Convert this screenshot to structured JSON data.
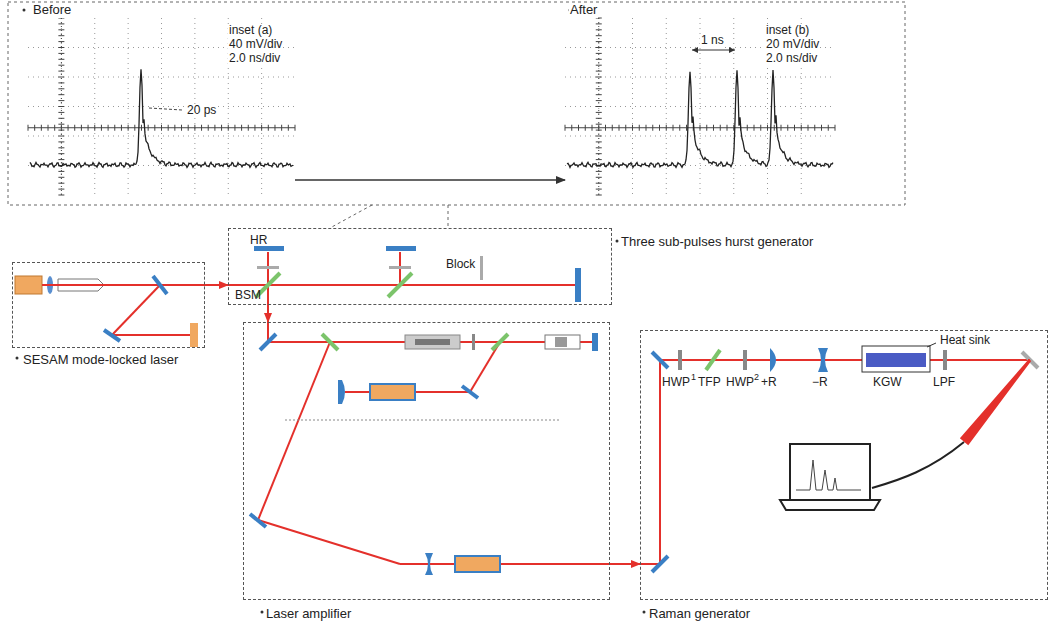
{
  "diagram": {
    "nodes": [
      {
        "text": [
          "Before",
          "inset (a)",
          "40 mV/div",
          "2.0 ns/div",
          "20 ps"
        ]
      },
      {
        "text": [
          "After",
          "inset (b)",
          "20 mV/div",
          "2.0 ns/div",
          "1 ns"
        ]
      },
      {
        "text": [
          "SESAM mode-locked laser"
        ]
      },
      {
        "text": [
          "Three sub-pulses hurst generator"
        ]
      },
      {
        "text": [
          "Laser amplifier"
        ]
      },
      {
        "text": [
          "Raman generator"
        ]
      }
    ],
    "edges": [
      {
        "from": 0,
        "to": 1,
        "arrow": "to"
      },
      {
        "from": 2,
        "to": 3,
        "arrow": "to"
      },
      {
        "from": 3,
        "to": 4,
        "arrow": "to"
      },
      {
        "from": 4,
        "to": 5,
        "arrow": "to"
      }
    ],
    "labels": [
      "HR",
      "BSM",
      "Block",
      "HWP",
      "1",
      "TFP",
      "HWP",
      "2",
      "+R",
      "−R",
      "KGW",
      "LPF",
      "Heat sink"
    ]
  }
}
